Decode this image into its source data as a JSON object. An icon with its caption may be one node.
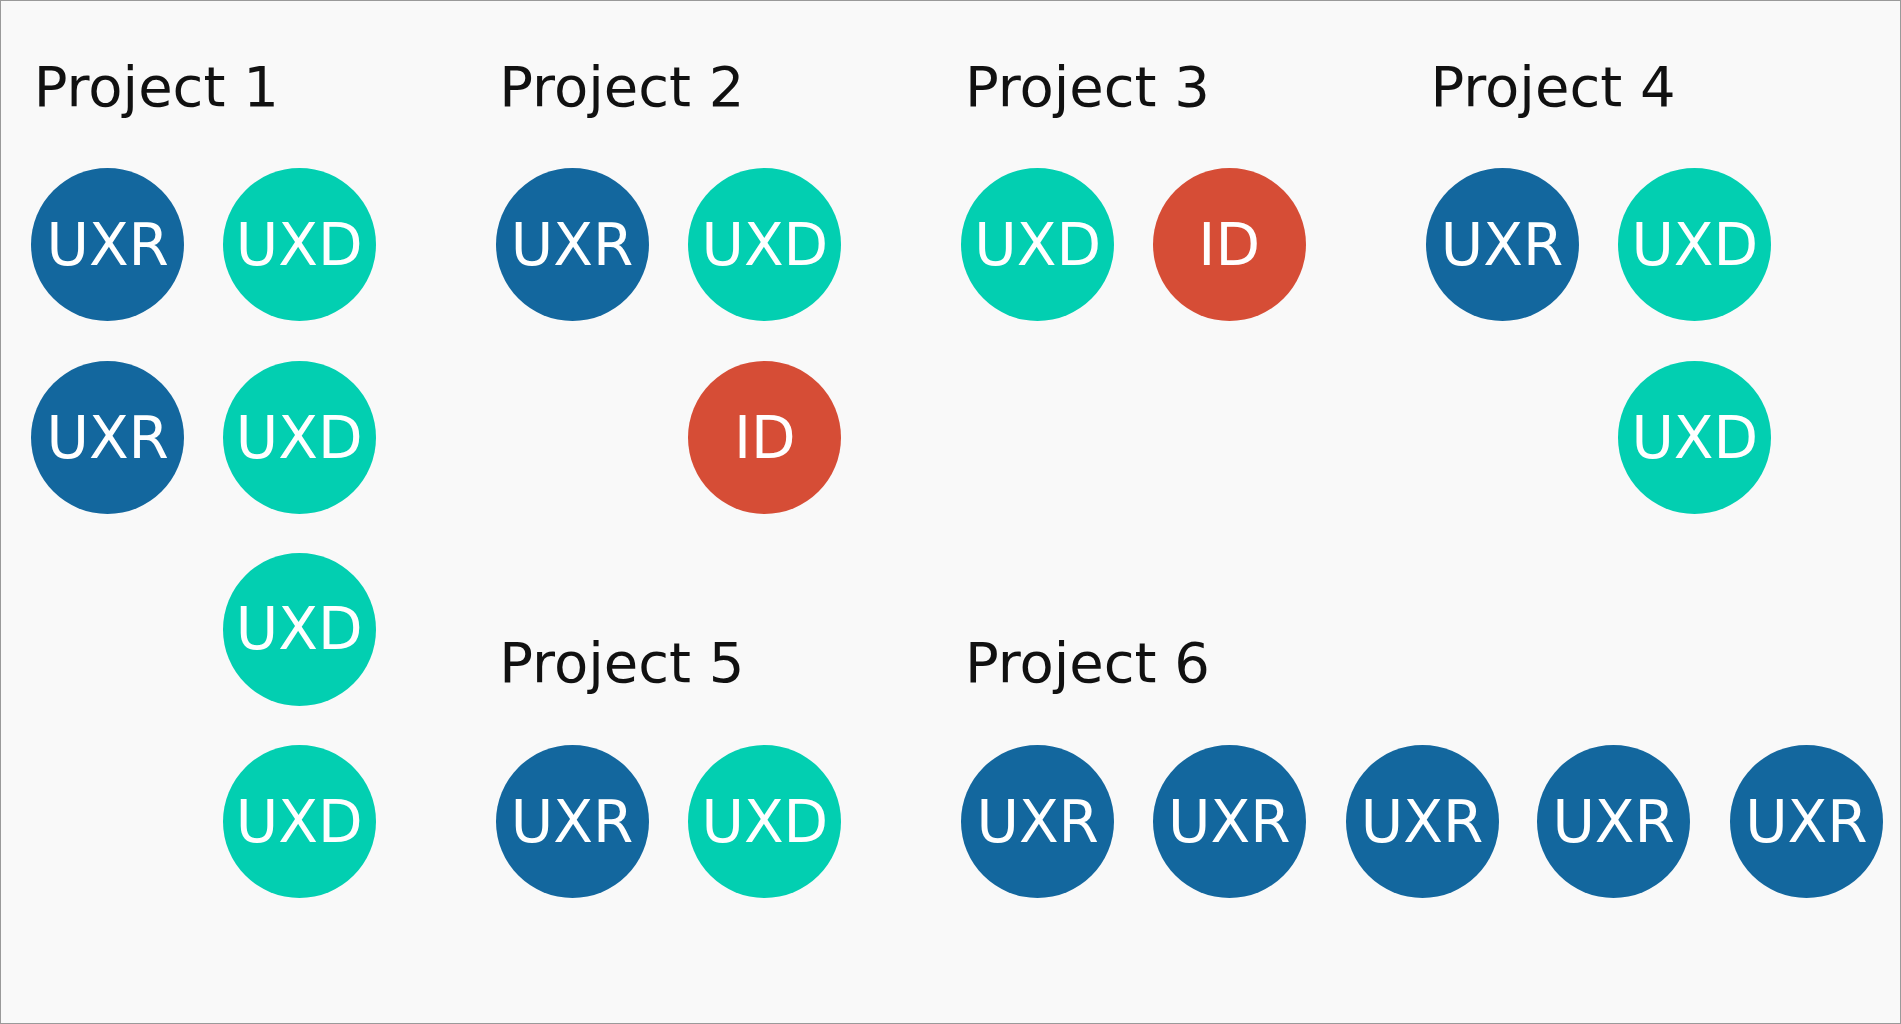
{
  "diagram": {
    "nodes": [
      {
        "text": [
          "UXR"
        ]
      },
      {
        "text": [
          "UXD"
        ]
      },
      {
        "text": [
          "UXR"
        ]
      },
      {
        "text": [
          "UXD"
        ]
      },
      {
        "text": [
          "UXD"
        ]
      },
      {
        "text": [
          "UXD"
        ]
      },
      {
        "text": [
          "UXR"
        ]
      },
      {
        "text": [
          "UXD"
        ]
      },
      {
        "text": [
          "ID"
        ]
      },
      {
        "text": [
          "UXD"
        ]
      },
      {
        "text": [
          "ID"
        ]
      },
      {
        "text": [
          "UXR"
        ]
      },
      {
        "text": [
          "UXD"
        ]
      },
      {
        "text": [
          "UXD"
        ]
      },
      {
        "text": [
          "UXR"
        ]
      },
      {
        "text": [
          "UXD"
        ]
      },
      {
        "text": [
          "UXR"
        ]
      },
      {
        "text": [
          "UXR"
        ]
      },
      {
        "text": [
          "UXR"
        ]
      },
      {
        "text": [
          "UXR"
        ]
      },
      {
        "text": [
          "UXR"
        ]
      }
    ],
    "edges": [],
    "labels": [
      "Project 1",
      "Project 2",
      "Project 3",
      "Project 4",
      "Project 5",
      "Project 6"
    ]
  }
}
